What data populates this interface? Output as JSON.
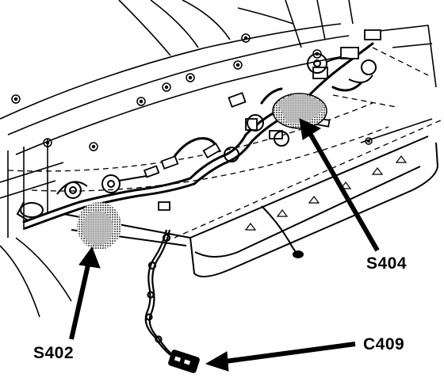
{
  "callouts": {
    "s404": "S404",
    "s402": "S402",
    "c409": "C409"
  },
  "colors": {
    "ink": "#000000",
    "shade": "#b8b8b8",
    "background": "#ffffff"
  }
}
